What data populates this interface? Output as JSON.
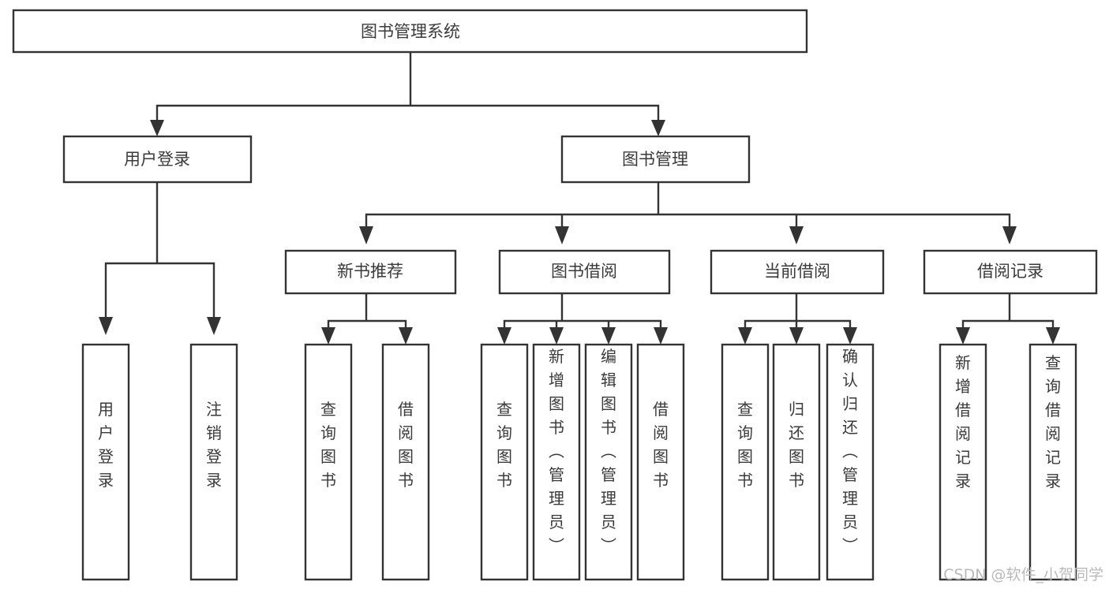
{
  "diagram": {
    "title": "图书管理系统",
    "type": "tree-hierarchy",
    "watermark": "CSDN @软件_小贺同学",
    "colors": {
      "background": "#ffffff",
      "box_stroke": "#333333",
      "box_fill": "#ffffff",
      "text": "#3a3a3a",
      "watermark": "#b9b9b9"
    },
    "levels": {
      "root": "图书管理系统",
      "level1": [
        "用户登录",
        "图书管理"
      ],
      "level2": [
        "新书推荐",
        "图书借阅",
        "当前借阅",
        "借阅记录"
      ]
    },
    "nodes": {
      "root": {
        "label": "图书管理系统"
      },
      "user_login": {
        "label": "用户登录"
      },
      "book_manage": {
        "label": "图书管理"
      },
      "new_book_rec": {
        "label": "新书推荐"
      },
      "book_borrow": {
        "label": "图书借阅"
      },
      "current_borrow": {
        "label": "当前借阅"
      },
      "borrow_record": {
        "label": "借阅记录"
      }
    },
    "leaves": {
      "user_login": [
        {
          "label": "用户登录"
        },
        {
          "label": "注销登录"
        }
      ],
      "new_book_rec": [
        {
          "label": "查询图书"
        },
        {
          "label": "借阅图书"
        }
      ],
      "book_borrow": [
        {
          "label": "查询图书"
        },
        {
          "label": "新增图书（管理员）"
        },
        {
          "label": "编辑图书（管理员）"
        },
        {
          "label": "借阅图书"
        }
      ],
      "current_borrow": [
        {
          "label": "查询图书"
        },
        {
          "label": "归还图书"
        },
        {
          "label": "确认归还（管理员）"
        }
      ],
      "borrow_record": [
        {
          "label": "新增借阅记录"
        },
        {
          "label": "查询借阅记录"
        }
      ]
    }
  }
}
